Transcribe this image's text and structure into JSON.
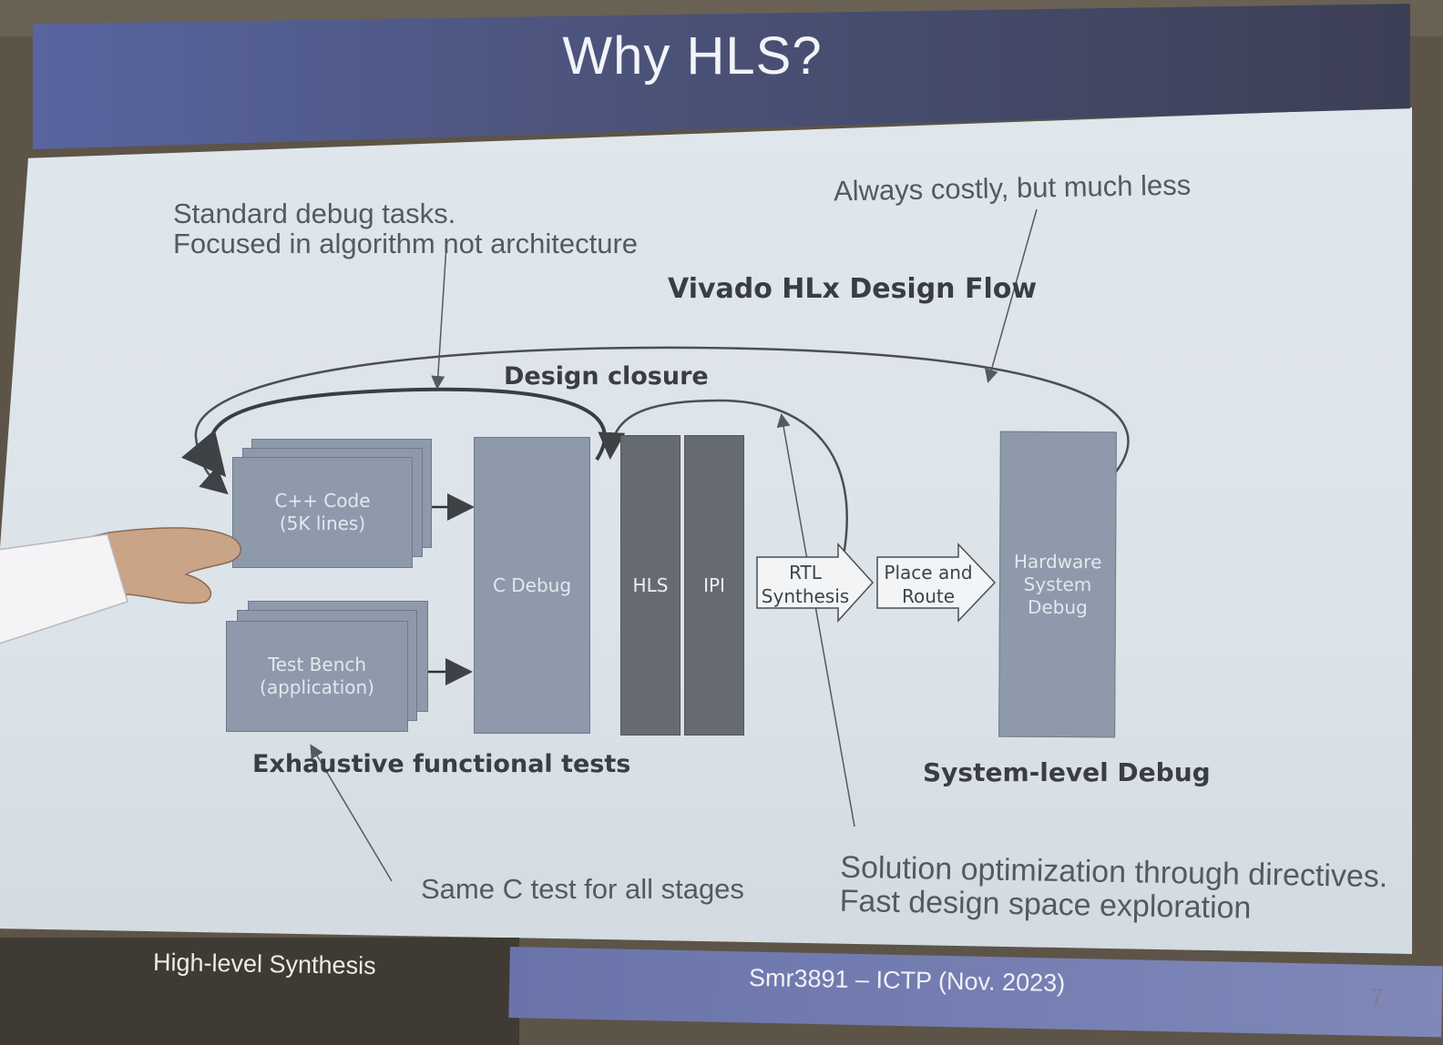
{
  "slide": {
    "title": "Why HLS?",
    "footer_left": "High-level Synthesis",
    "footer_center": "Smr3891 – ICTP (Nov. 2023)",
    "page_number": "7"
  },
  "annotations": {
    "top_left_line1": "Standard debug tasks.",
    "top_left_line2": "Focused in algorithm not architecture",
    "top_right": "Always costly, but much less",
    "bottom_center": "Same C test for all stages",
    "bottom_right_line1": "Solution optimization through directives.",
    "bottom_right_line2": "Fast design space exploration"
  },
  "diagram": {
    "flow_title": "Vivado HLx Design Flow",
    "design_closure": "Design closure",
    "cpp_code_line1": "C++ Code",
    "cpp_code_line2": "(5K lines)",
    "test_bench_line1": "Test Bench",
    "test_bench_line2": "(application)",
    "c_debug": "C Debug",
    "hls": "HLS",
    "ipi": "IPI",
    "rtl_line1": "RTL",
    "rtl_line2": "Synthesis",
    "pnr_line1": "Place and",
    "pnr_line2": "Route",
    "hw_line1": "Hardware",
    "hw_line2": "System",
    "hw_line3": "Debug",
    "exhaustive": "Exhaustive functional tests",
    "system_level": "System-level Debug"
  }
}
